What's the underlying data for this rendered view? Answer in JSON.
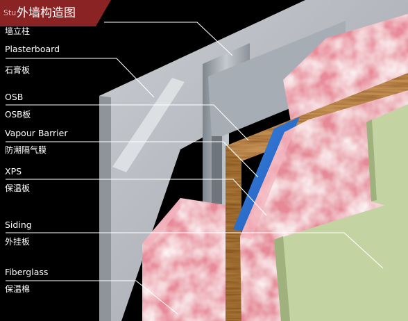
{
  "title": "外墙构造图",
  "title_prefix": "Stu",
  "layers": [
    {
      "id": "stud",
      "en": "",
      "cn": "墙立柱"
    },
    {
      "id": "plasterboard",
      "en": "Plasterboard",
      "cn": "石膏板"
    },
    {
      "id": "osb",
      "en": "OSB",
      "cn": "OSB板"
    },
    {
      "id": "vapour",
      "en": "Vapour Barrier",
      "cn": "防潮隔气膜"
    },
    {
      "id": "xps",
      "en": "XPS",
      "cn": "保温板"
    },
    {
      "id": "siding",
      "en": "Siding",
      "cn": "外挂板"
    },
    {
      "id": "fiberglass",
      "en": "Fiberglass",
      "cn": "保温棉"
    }
  ],
  "colors": {
    "background": "#000000",
    "banner": "#8a2424",
    "plasterboard": "#b8bcc2",
    "fiberglass": "#e88a99",
    "osb": "#c79457",
    "vapour": "#2a6fd0",
    "xps": "#e68a98",
    "siding": "#c3d4a2",
    "callout": "#ffffff"
  }
}
